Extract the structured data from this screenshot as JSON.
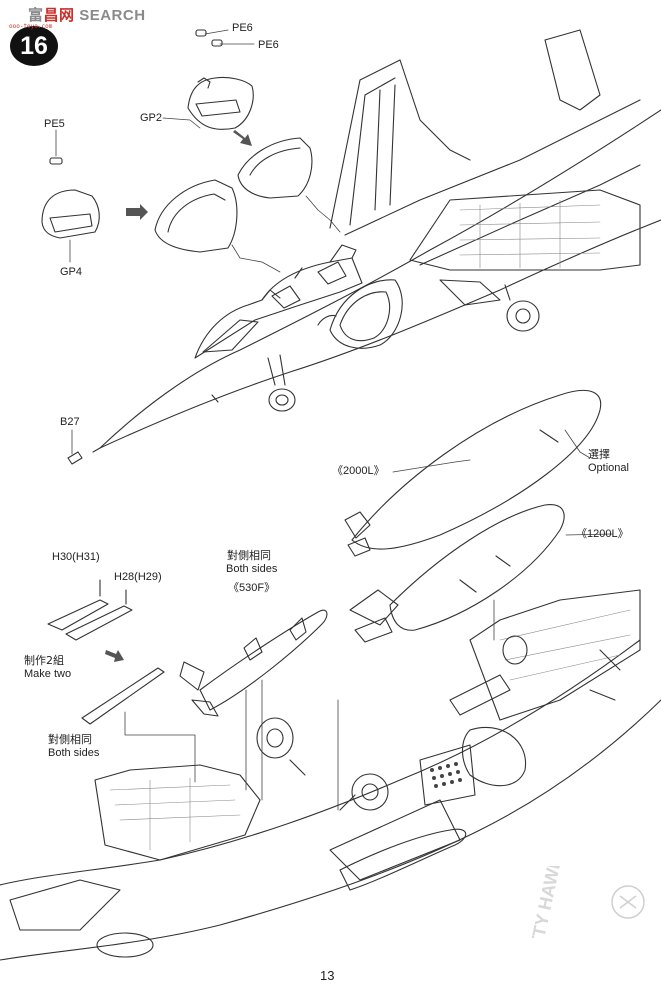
{
  "watermark": {
    "title_prefix": "富",
    "title_red": "昌网",
    "title_suffix": " SEARCH",
    "url": "ooo-toyo.com"
  },
  "step": {
    "number": "16"
  },
  "parts": {
    "pe6_a": "PE6",
    "pe6_b": "PE6",
    "gp2": "GP2",
    "pe5": "PE5",
    "gp4": "GP4",
    "b27": "B27",
    "h30": "H30(H31)",
    "h28": "H28(H29)"
  },
  "tanks": {
    "tank_2000": "《2000L》",
    "tank_1200": "《1200L》",
    "optional_cn": "選擇",
    "optional_en": "Optional"
  },
  "missile": {
    "both_sides_cn": "對側相同",
    "both_sides_en": "Both sides",
    "name": "《530F》"
  },
  "pylons": {
    "make_two_cn": "制作2組",
    "make_two_en": "Make two",
    "both_sides_cn": "對側相同",
    "both_sides_en": "Both sides"
  },
  "logo_text": "KITTY HAWK",
  "page": {
    "number": "13"
  }
}
